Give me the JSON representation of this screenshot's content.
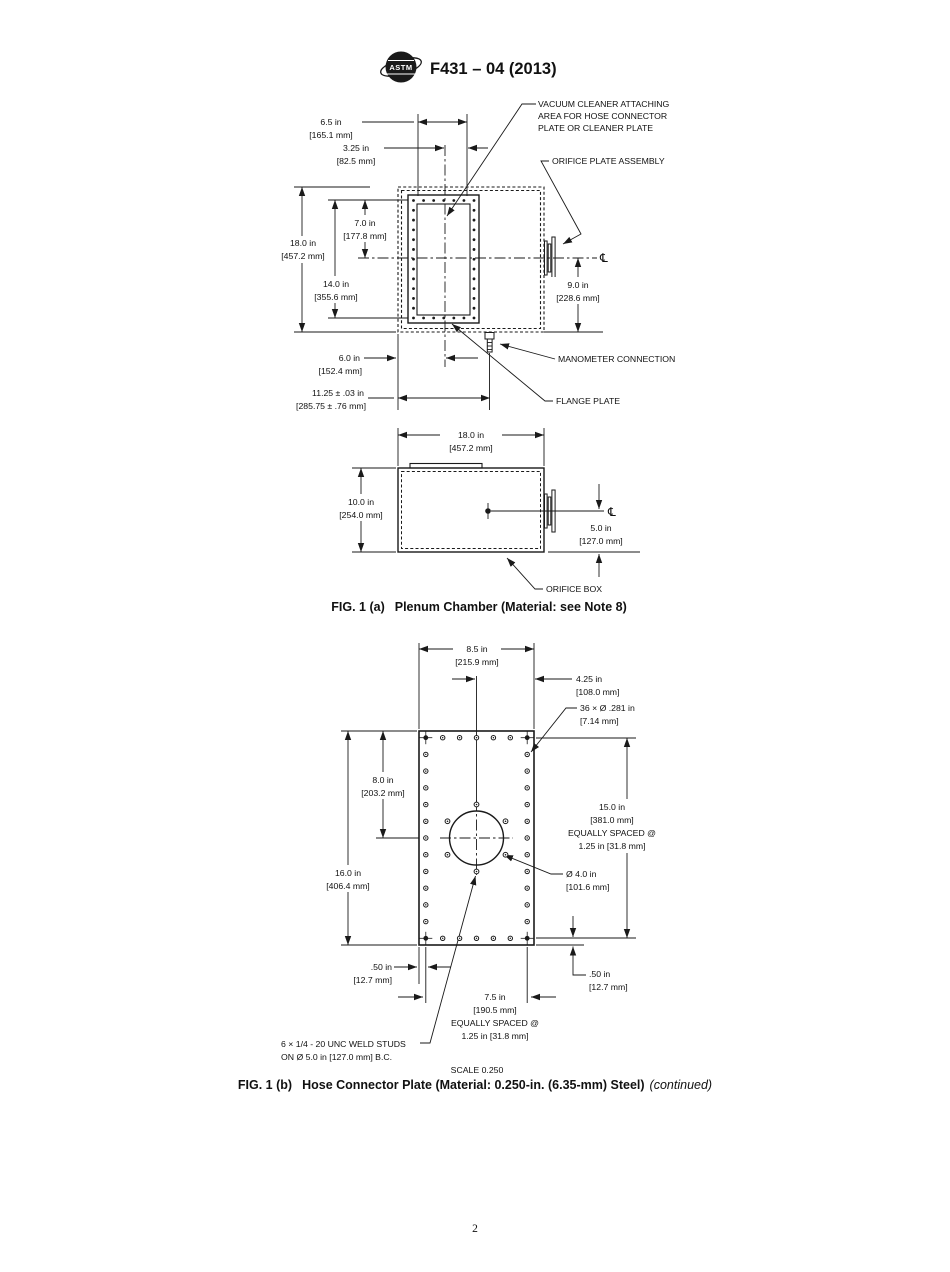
{
  "header": {
    "logo_text": "ASTM",
    "title": "F431 – 04 (2013)"
  },
  "fig_a": {
    "labels": {
      "vacuum": [
        "VACUUM CLEANER ATTACHING",
        "AREA FOR HOSE CONNECTOR",
        "PLATE OR CLEANER PLATE"
      ],
      "orifice_plate_assembly": "ORIFICE PLATE ASSEMBLY",
      "manometer": "MANOMETER CONNECTION",
      "flange_plate": "FLANGE PLATE",
      "orifice_box": "ORIFICE BOX",
      "centerline_symbol": "℄"
    },
    "dims": {
      "w65": [
        "6.5 in",
        "[165.1 mm]"
      ],
      "w325": [
        "3.25 in",
        "[82.5 mm]"
      ],
      "h18": [
        "18.0 in",
        "[457.2 mm]"
      ],
      "h7": [
        "7.0 in",
        "[177.8 mm]"
      ],
      "h14": [
        "14.0 in",
        "[355.6 mm]"
      ],
      "h9": [
        "9.0 in",
        "[228.6 mm]"
      ],
      "w6": [
        "6.0 in",
        "[152.4 mm]"
      ],
      "w1125": [
        "11.25 ± .03 in",
        "[285.75 ± .76 mm]"
      ],
      "side_w18": [
        "18.0 in",
        "[457.2 mm]"
      ],
      "side_h10": [
        "10.0 in",
        "[254.0 mm]"
      ],
      "side_h5": [
        "5.0 in",
        "[127.0 mm]"
      ]
    },
    "caption": {
      "fig": "FIG. 1 (a)",
      "text": "Plenum Chamber (Material: see Note 8)"
    }
  },
  "fig_b": {
    "labels": {
      "holes": [
        "36 × Ø .281 in",
        "[7.14 mm]"
      ],
      "bore": [
        "Ø 4.0 in",
        "[101.6 mm]"
      ],
      "studs": [
        "6 × 1/4 - 20 UNC WELD STUDS",
        "ON Ø 5.0 in [127.0 mm] B.C."
      ],
      "scale": "SCALE 0.250"
    },
    "dims": {
      "w85": [
        "8.5 in",
        "[215.9 mm]"
      ],
      "w425": [
        "4.25 in",
        "[108.0 mm]"
      ],
      "h8": [
        "8.0 in",
        "[203.2 mm]"
      ],
      "h16": [
        "16.0 in",
        "[406.4 mm]"
      ],
      "h15": [
        "15.0 in",
        "[381.0 mm]",
        "EQUALLY SPACED @",
        "1.25 in [31.8 mm]"
      ],
      "m50l": [
        ".50 in",
        "[12.7 mm]"
      ],
      "m50r": [
        ".50 in",
        "[12.7 mm]"
      ],
      "w75": [
        "7.5 in",
        "[190.5 mm]",
        "EQUALLY SPACED @",
        "1.25 in [31.8 mm]"
      ]
    },
    "caption": {
      "fig": "FIG. 1 (b)",
      "text": "Hose Connector Plate (Material: 0.250-in. (6.35-mm) Steel)",
      "continued": "(continued)"
    }
  },
  "page_number": "2",
  "colors": {
    "ink": "#1a1a1a",
    "paper": "#ffffff"
  }
}
